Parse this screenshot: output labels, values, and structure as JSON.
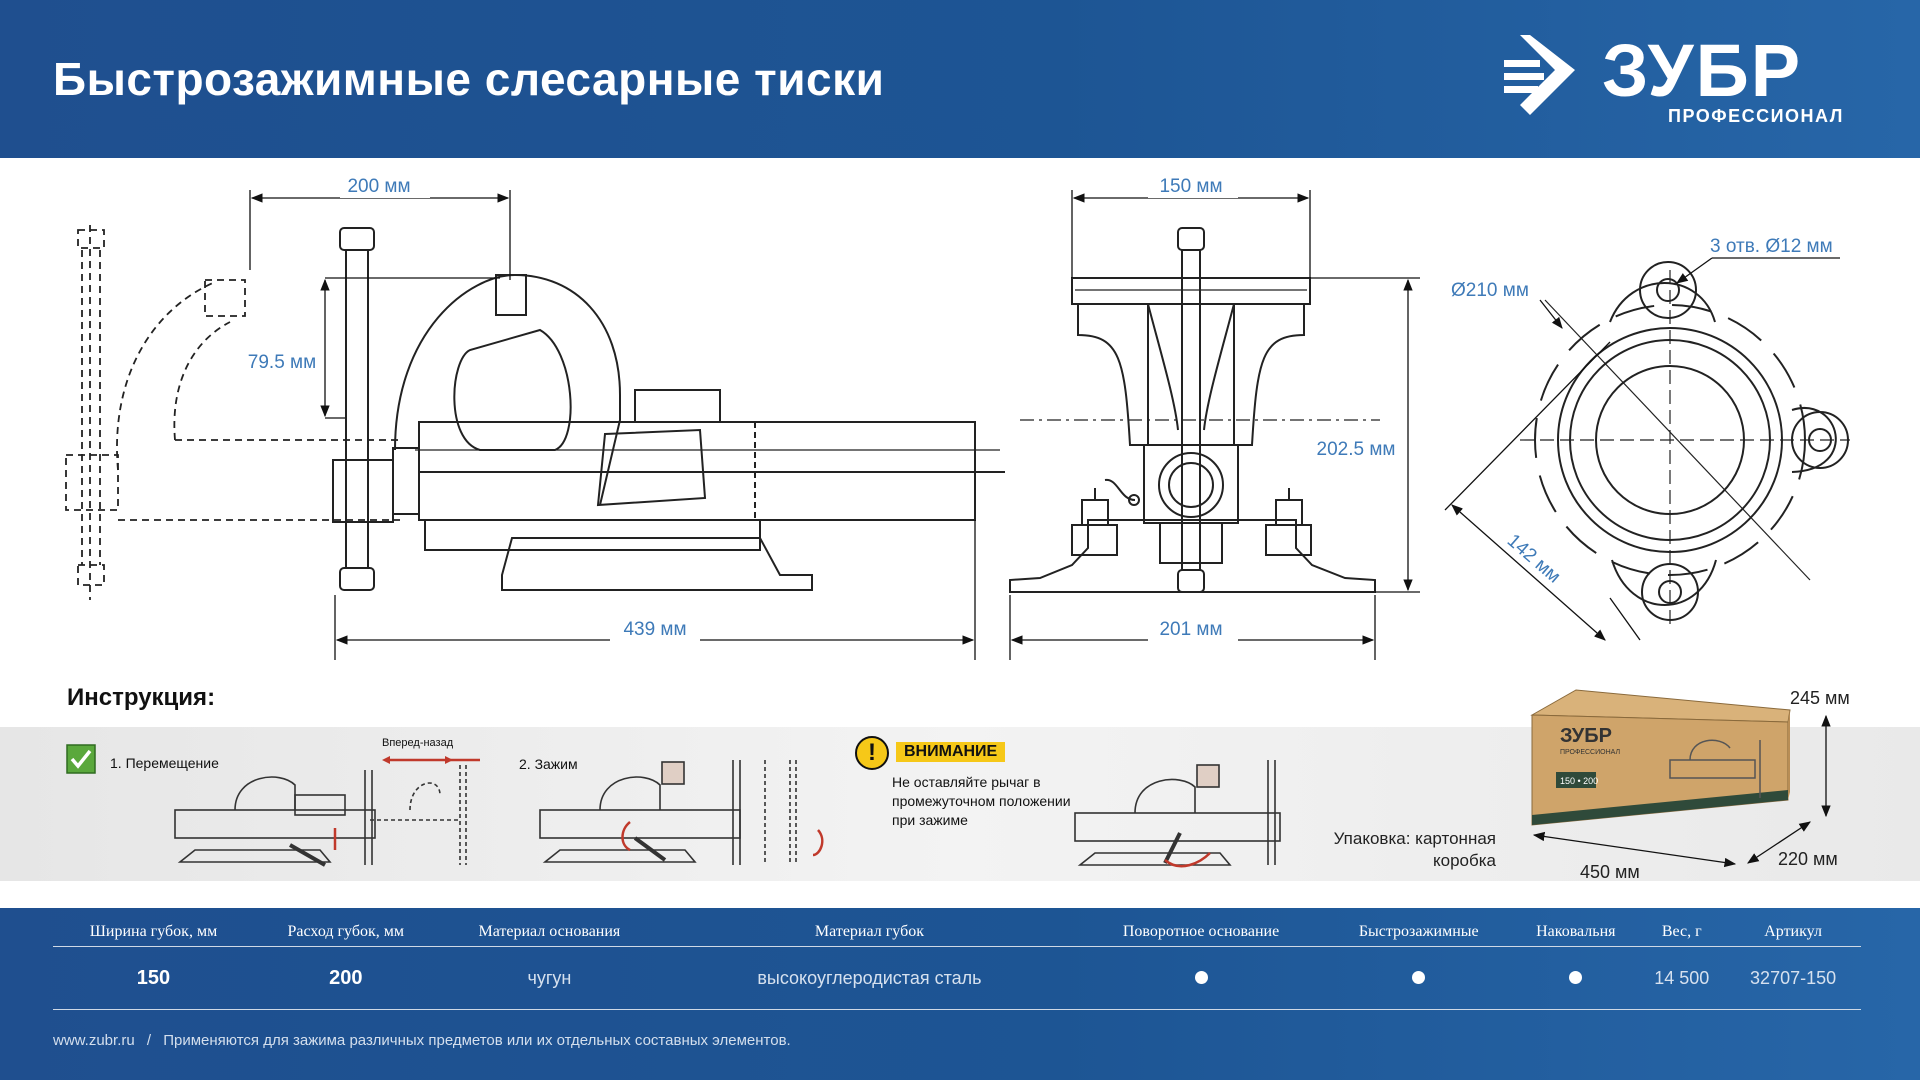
{
  "header": {
    "title": "Быстрозажимные слесарные тиски",
    "logo_brand": "ЗУБР",
    "logo_sub": "ПРОФЕССИОНАЛ"
  },
  "dimensions": {
    "side_jaw_width": "200 мм",
    "side_height": "79.5 мм",
    "side_length": "439 мм",
    "front_width": "150 мм",
    "front_height": "202.5 мм",
    "front_base": "201 мм",
    "base_holes": "3 отв. Ø12 мм",
    "base_diameter": "Ø210 мм",
    "base_hole_spacing": "142 мм"
  },
  "instruction": {
    "title": "Инструкция:",
    "step1": "1. Перемещение",
    "direction": "Вперед-назад",
    "step2": "2. Зажим",
    "warning_label": "ВНИМАНИЕ",
    "warning_text": "Не оставляйте рычаг в промежуточном положении при зажиме"
  },
  "packaging": {
    "label": "Упаковка: картонная коробка",
    "height": "245 мм",
    "length": "450 мм",
    "width": "220 мм",
    "box_brand": "ЗУБР",
    "box_sub": "ПРОФЕССИОНАЛ",
    "box_size": "150 • 200"
  },
  "specs": {
    "headers": [
      "Ширина губок, мм",
      "Расход губок, мм",
      "Материал основания",
      "Материал губок",
      "Поворотное основание",
      "Быстрозажимные",
      "Наковальня",
      "Вес, г",
      "Артикул"
    ],
    "values": [
      "150",
      "200",
      "чугун",
      "высокоуглеродистая сталь",
      "●",
      "●",
      "●",
      "14 500",
      "32707-150"
    ]
  },
  "footer": {
    "site": "www.zubr.ru",
    "separator": "/",
    "note": "Применяются для зажима различных предметов или их отдельных составных элементов."
  },
  "colors": {
    "header_blue": "#1f4f8f",
    "dimension_blue": "#3e7ab8",
    "warning_yellow": "#f6c818",
    "check_green": "#5aa83c"
  }
}
